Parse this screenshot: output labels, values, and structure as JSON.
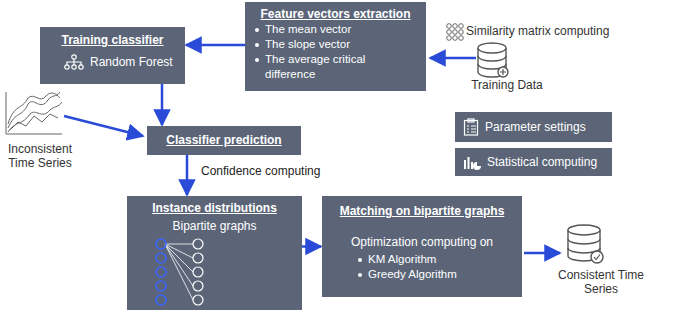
{
  "diagram": {
    "nodes": [
      {
        "text": [
          "Feature vectors extraction",
          "The mean vector",
          "The slope vector",
          "The average critical difference"
        ]
      },
      {
        "text": [
          "Training classifier",
          "Random Forest"
        ]
      },
      {
        "text": [
          "Classifier prediction"
        ]
      },
      {
        "text": [
          "Instance distributions",
          "Bipartite graphs"
        ]
      },
      {
        "text": [
          "Matching on bipartite graphs",
          "Optimization computing on",
          "KM Algorithm",
          "Greedy Algorithm"
        ]
      },
      {
        "text": [
          "Parameter settings"
        ]
      },
      {
        "text": [
          "Statistical computing"
        ]
      }
    ],
    "edges": [
      {
        "from": 0,
        "to": 1,
        "arrow": "to"
      },
      {
        "from": 1,
        "to": 2,
        "arrow": "to"
      },
      {
        "from": 2,
        "to": 3,
        "label": "Confidence computing",
        "arrow": "to"
      },
      {
        "from": 3,
        "to": 4,
        "arrow": "to"
      }
    ],
    "labels": [
      "Similarity matrix computing",
      "Training Data",
      "Inconsistent Time Series",
      "Consistent Time Series"
    ]
  }
}
